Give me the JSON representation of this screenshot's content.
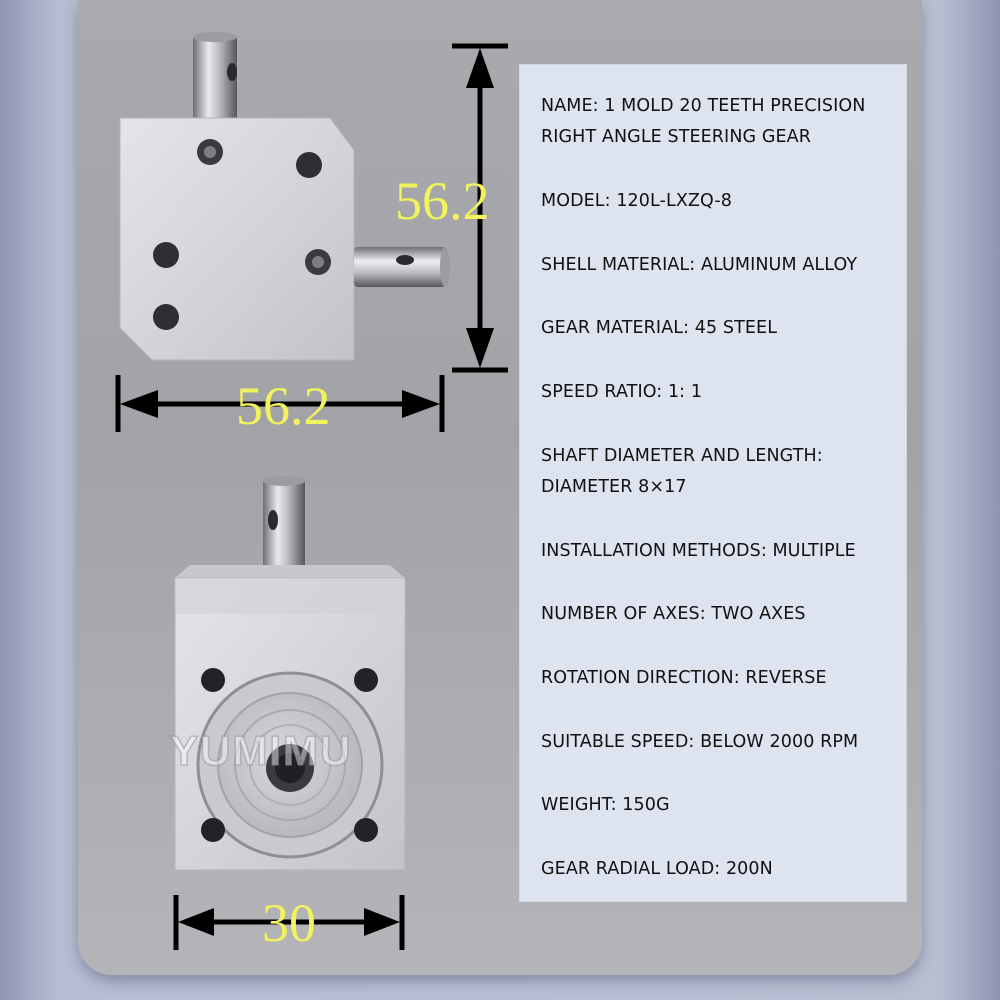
{
  "dimensions": {
    "side_height": "56.2",
    "side_width": "56.2",
    "front_width": "30"
  },
  "watermark": "YUMIMU",
  "specs": [
    {
      "lines": [
        "NAME: 1 MOLD 20 TEETH PRECISION",
        "RIGHT ANGLE STEERING GEAR"
      ]
    },
    {
      "lines": [
        "MODEL: 120L-LXZQ-8"
      ]
    },
    {
      "lines": [
        "SHELL MATERIAL: ALUMINUM ALLOY"
      ]
    },
    {
      "lines": [
        "GEAR MATERIAL: 45 STEEL"
      ]
    },
    {
      "lines": [
        "SPEED RATIO: 1: 1"
      ]
    },
    {
      "lines": [
        "SHAFT DIAMETER AND LENGTH:",
        "DIAMETER 8×17"
      ]
    },
    {
      "lines": [
        "INSTALLATION METHODS: MULTIPLE"
      ]
    },
    {
      "lines": [
        "NUMBER OF AXES: TWO AXES"
      ]
    },
    {
      "lines": [
        "ROTATION DIRECTION: REVERSE"
      ]
    },
    {
      "lines": [
        "SUITABLE SPEED: BELOW 2000 RPM"
      ]
    },
    {
      "lines": [
        "WEIGHT: 150G"
      ]
    },
    {
      "lines": [
        "GEAR RADIAL LOAD: 200N"
      ]
    }
  ]
}
